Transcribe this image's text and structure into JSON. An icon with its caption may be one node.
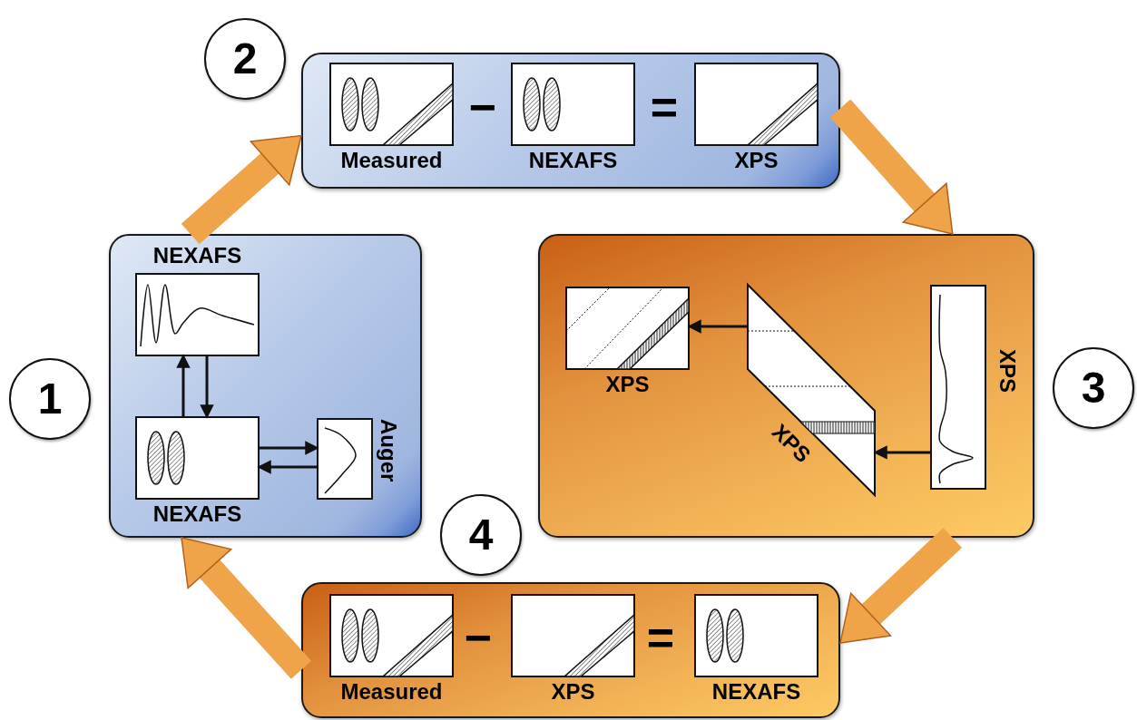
{
  "diagram": {
    "nodes": [
      {
        "text": [
          "1"
        ]
      },
      {
        "text": [],
        "shape": "box"
      },
      {
        "text": [
          "NEXAFS"
        ],
        "in": 1
      },
      {
        "text": [
          "NEXAFS"
        ],
        "in": 1
      },
      {
        "text": [
          "Auger"
        ],
        "in": 1
      },
      {
        "text": [
          "2"
        ]
      },
      {
        "text": [],
        "shape": "box"
      },
      {
        "text": [
          "Measured"
        ],
        "in": 6
      },
      {
        "text": [
          "NEXAFS"
        ],
        "in": 6
      },
      {
        "text": [
          "XPS"
        ],
        "in": 6
      },
      {
        "text": [
          "3"
        ]
      },
      {
        "text": [],
        "shape": "box"
      },
      {
        "text": [
          "XPS"
        ],
        "in": 11
      },
      {
        "text": [
          "XPS"
        ],
        "in": 11
      },
      {
        "text": [
          "XPS"
        ],
        "in": 11
      },
      {
        "text": [
          "4"
        ]
      },
      {
        "text": [],
        "shape": "box"
      },
      {
        "text": [
          "Measured"
        ],
        "in": 16
      },
      {
        "text": [
          "XPS"
        ],
        "in": 16
      },
      {
        "text": [
          "NEXAFS"
        ],
        "in": 16
      }
    ],
    "edges": [
      {
        "from": 1,
        "to": 6,
        "arrow": "to",
        "style": "thick",
        "color": "#f0a44a"
      },
      {
        "from": 3,
        "to": 2,
        "arrow": "to"
      },
      {
        "from": 2,
        "to": 3,
        "arrow": "to"
      },
      {
        "from": 3,
        "to": 4,
        "arrow": "to"
      },
      {
        "from": 4,
        "to": 3,
        "arrow": "to"
      },
      {
        "from": 6,
        "to": 11,
        "arrow": "to",
        "style": "thick",
        "color": "#f0a44a"
      },
      {
        "from": 13,
        "to": 12,
        "arrow": "to"
      },
      {
        "from": 14,
        "to": 13,
        "arrow": "to"
      },
      {
        "from": 11,
        "to": 16,
        "arrow": "to",
        "style": "thick",
        "color": "#f0a44a"
      },
      {
        "from": 16,
        "to": 1,
        "arrow": "to",
        "style": "thick",
        "color": "#f0a44a"
      }
    ],
    "labels": [
      "−",
      "=",
      "−",
      "="
    ]
  }
}
